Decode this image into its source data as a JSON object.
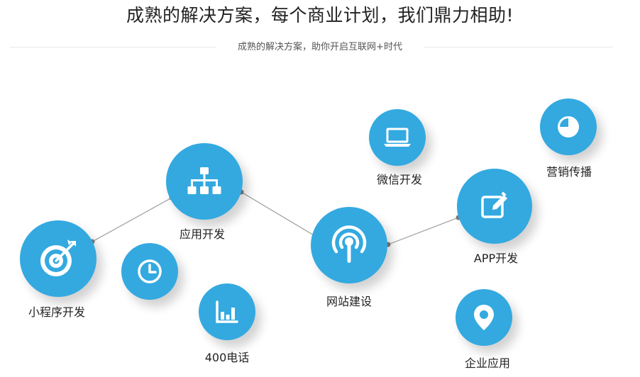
{
  "heading": {
    "title": "成熟的解决方案，每个商业计划，我们鼎力相助!",
    "subtitle": "成熟的解决方案，助你开启互联网+时代"
  },
  "accent_color": "#33a9e0",
  "nodes": [
    {
      "label": "小程序开发",
      "icon": "target-icon"
    },
    {
      "label": "",
      "icon": "clock-icon"
    },
    {
      "label": "应用开发",
      "icon": "sitemap-icon"
    },
    {
      "label": "400电话",
      "icon": "bar-chart-icon"
    },
    {
      "label": "网站建设",
      "icon": "broadcast-icon"
    },
    {
      "label": "微信开发",
      "icon": "laptop-icon"
    },
    {
      "label": "APP开发",
      "icon": "edit-icon"
    },
    {
      "label": "企业应用",
      "icon": "map-pin-icon"
    },
    {
      "label": "营销传播",
      "icon": "pie-chart-icon"
    }
  ]
}
